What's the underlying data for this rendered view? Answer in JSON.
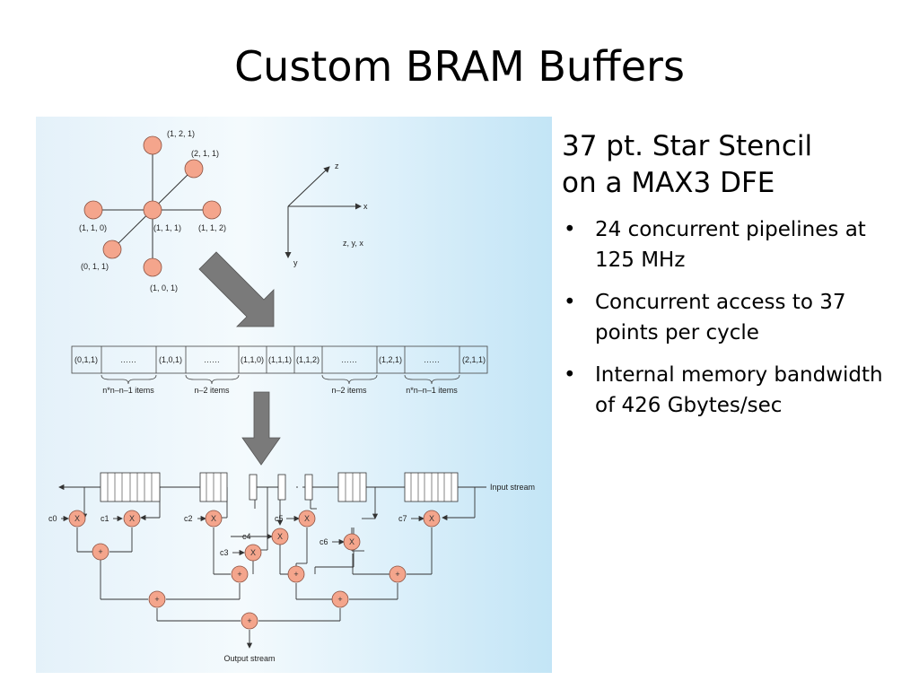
{
  "slide": {
    "title": "Custom BRAM Buffers"
  },
  "side": {
    "heading_line1": "37 pt. Star Stencil",
    "heading_line2": "on a MAX3 DFE",
    "bullets": [
      "24 concurrent pipelines at 125 MHz",
      "Concurrent access to 37 points per cycle",
      "Internal memory bandwidth of 426 Gbytes/sec"
    ]
  },
  "figure": {
    "stencil_labels": {
      "top": "(1, 2, 1)",
      "upper_right": "(2, 1, 1)",
      "left": "(1, 1, 0)",
      "center": "(1, 1, 1)",
      "right": "(1, 1, 2)",
      "lower_left": "(0, 1, 1)",
      "bottom": "(1, 0, 1)"
    },
    "axes": {
      "z": "z",
      "x": "x",
      "y": "y",
      "order": "z, y, x"
    },
    "buffer": {
      "cells": [
        "(0,1,1)",
        "……",
        "(1,0,1)",
        "……",
        "(1,1,0)",
        "(1,1,1)",
        "(1,1,2)",
        "……",
        "(1,2,1)",
        "……",
        "(2,1,1)"
      ],
      "brace_labels": [
        "n*n–n–1 items",
        "n–2 items",
        "n–2 items",
        "n*n–n–1 items"
      ]
    },
    "pipeline": {
      "input": "Input stream",
      "output": "Output stream",
      "coefficients": [
        "c0",
        "c1",
        "c2",
        "c3",
        "c4",
        "c5",
        "c6",
        "c7"
      ],
      "multiply_symbol": "X",
      "add_symbol": "+"
    },
    "colors": {
      "node_fill": "#f4a58c",
      "node_stroke": "#8a5040",
      "arrow_fill": "#7a7a7a"
    }
  }
}
